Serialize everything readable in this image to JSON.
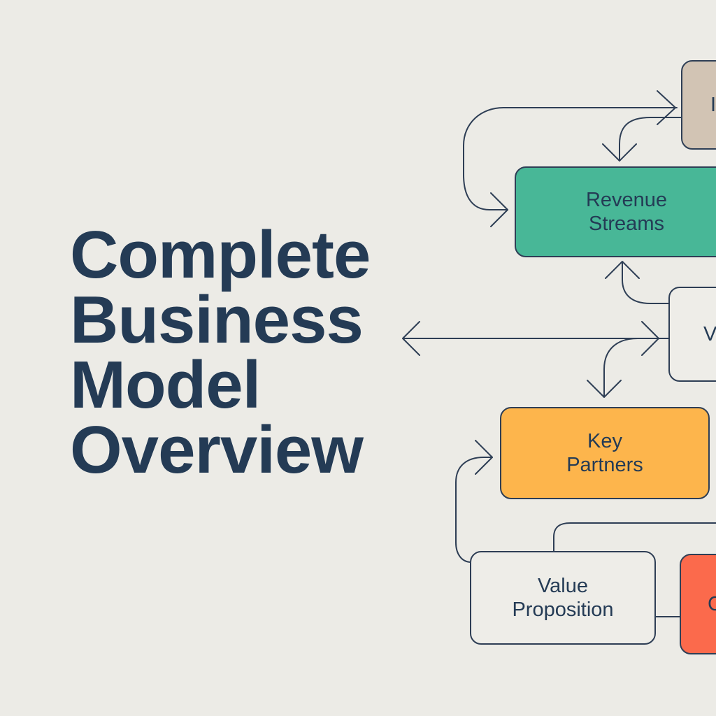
{
  "title": {
    "lines": [
      "Complete",
      "Business",
      "Model",
      "Overview"
    ]
  },
  "nodes": {
    "top_partial": {
      "lines": [
        "I"
      ]
    },
    "revenue_streams": {
      "lines": [
        "Revenue",
        "Streams"
      ]
    },
    "right_partial": {
      "lines": [
        "V"
      ]
    },
    "key_partners": {
      "lines": [
        "Key",
        "Partners"
      ]
    },
    "value_proposition": {
      "lines": [
        "Value",
        "Proposition"
      ]
    },
    "bottom_right_partial": {
      "lines": [
        "C"
      ]
    }
  },
  "colors": {
    "background": "#ECEBE6",
    "text": "#243B55",
    "line": "#2E3E55",
    "top_partial_fill": "#D2C4B4",
    "revenue_streams_fill": "#48B797",
    "key_partners_fill": "#FDB54C",
    "bottom_right_fill": "#FB6A4C",
    "outline_fill": "#EEEDE8"
  }
}
